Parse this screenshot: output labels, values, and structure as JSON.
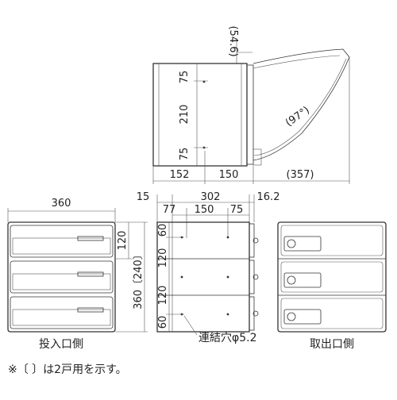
{
  "top_view": {
    "dims": {
      "flap_offset": "(54.6)",
      "v_top": "75",
      "v_mid": "210",
      "v_bot": "75",
      "w_left": "152",
      "w_right": "150",
      "open_depth": "(357)",
      "open_angle": "(97°)"
    }
  },
  "front_view": {
    "caption": "投入口側",
    "dims": {
      "width": "360",
      "unit_height": "120",
      "total_height": "360〔240〕"
    }
  },
  "side_view": {
    "dims": {
      "top_left": "15",
      "top_mid": "302",
      "top_right": "16.2",
      "hole_x1": "77",
      "hole_x2": "150",
      "hole_x3": "75",
      "h_top": "60",
      "h_mid1": "120",
      "h_mid2": "120",
      "h_bot": "60"
    },
    "hole_label": "連結穴φ5.2"
  },
  "back_view": {
    "caption": "取出口側"
  },
  "footnote": "※〔 〕は2戸用を示す。"
}
